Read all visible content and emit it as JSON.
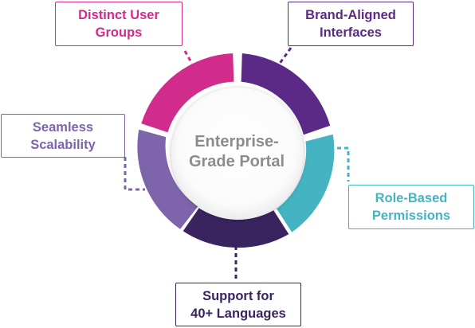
{
  "center": {
    "title": "Enterprise-\nGrade Portal"
  },
  "features": [
    {
      "id": "distinct-user-groups",
      "label": "Distinct User\nGroups",
      "color": "#d12b8c"
    },
    {
      "id": "brand-aligned-interfaces",
      "label": "Brand-Aligned\nInterfaces",
      "color": "#5b2a86"
    },
    {
      "id": "role-based-permissions",
      "label": "Role-Based\nPermissions",
      "color": "#45b4c2"
    },
    {
      "id": "support-for-languages",
      "label": "Support for\n40+ Languages",
      "color": "#3a245f"
    },
    {
      "id": "seamless-scalability",
      "label": "Seamless\nScalability",
      "color": "#7d64ab"
    }
  ],
  "colors": {
    "center_text": "#8c8c8c",
    "inner_circle": "#ffffff"
  }
}
